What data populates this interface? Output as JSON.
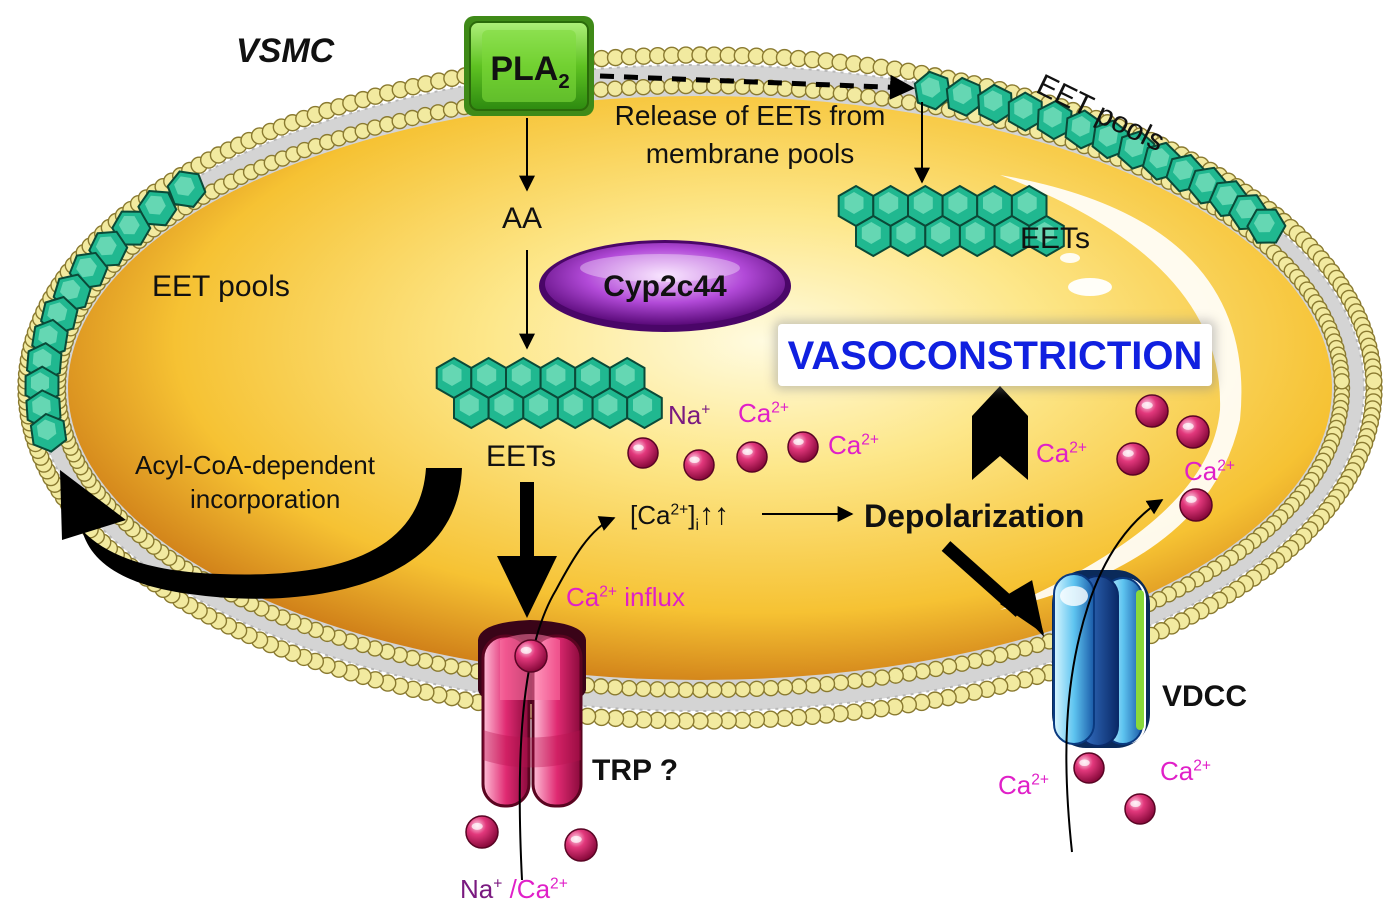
{
  "cell_label": "VSMC",
  "enzyme": {
    "pla2_main": "PLA",
    "pla2_sub": "2",
    "cyp": "Cyp2c44"
  },
  "labels": {
    "eet_pools_left": "EET pools",
    "eet_pools_right": "EET pools",
    "release_line1": "Release of EETs from",
    "release_line2": "membrane pools",
    "aa": "AA",
    "eets_center": "EETs",
    "eets_right": "EETs",
    "acyl_line1": "Acyl-CoA-dependent",
    "acyl_line2": "incorporation",
    "vasoconstriction": "VASOCONSTRICTION",
    "depolarization": "Depolarization",
    "ca_i_text": "[Ca",
    "ca_i_sup": "2+",
    "ca_i_close": "]",
    "ca_i_sub": "i",
    "ca_i_arrows": "↑↑",
    "ca_influx_main": "Ca",
    "ca_influx_sup": "2+",
    "ca_influx_rest": " influx",
    "trp": "TRP ?",
    "vdcc": "VDCC",
    "na_plus": "Na",
    "na_sup": "+",
    "ca": "Ca",
    "ca_sup": "2+",
    "na_ca_bottom_na": "Na",
    "na_ca_bottom_na_sup": "+",
    "na_ca_bottom_sep": " /Ca",
    "na_ca_bottom_ca_sup": "2+"
  },
  "colors": {
    "cytoplasm": "#f8c832",
    "cytoplasm_edge": "#c87818",
    "membrane_bead": "#f2eaa0",
    "eet_hex": "#20b890",
    "ion": "#d8206e",
    "pla2": "#58c020",
    "cyp": "#9a28c0",
    "trp": "#d8246e",
    "vdcc": "#3aa8e8",
    "vaso_text": "#1020e0",
    "ion_label": "#e020c8"
  }
}
